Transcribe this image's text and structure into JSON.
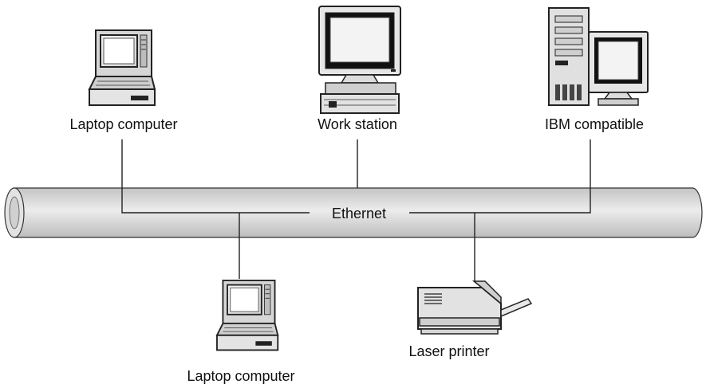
{
  "network": {
    "bus_label": "Ethernet"
  },
  "devices": {
    "laptop_top": {
      "label": "Laptop computer",
      "icon": "laptop-icon"
    },
    "workstation": {
      "label": "Work station",
      "icon": "workstation-icon"
    },
    "ibm_compatible": {
      "label": "IBM compatible",
      "icon": "desktop-tower-icon"
    },
    "laptop_bottom": {
      "label": "Laptop computer",
      "icon": "laptop-icon"
    },
    "laser_printer": {
      "label": "Laser printer",
      "icon": "printer-icon"
    }
  }
}
